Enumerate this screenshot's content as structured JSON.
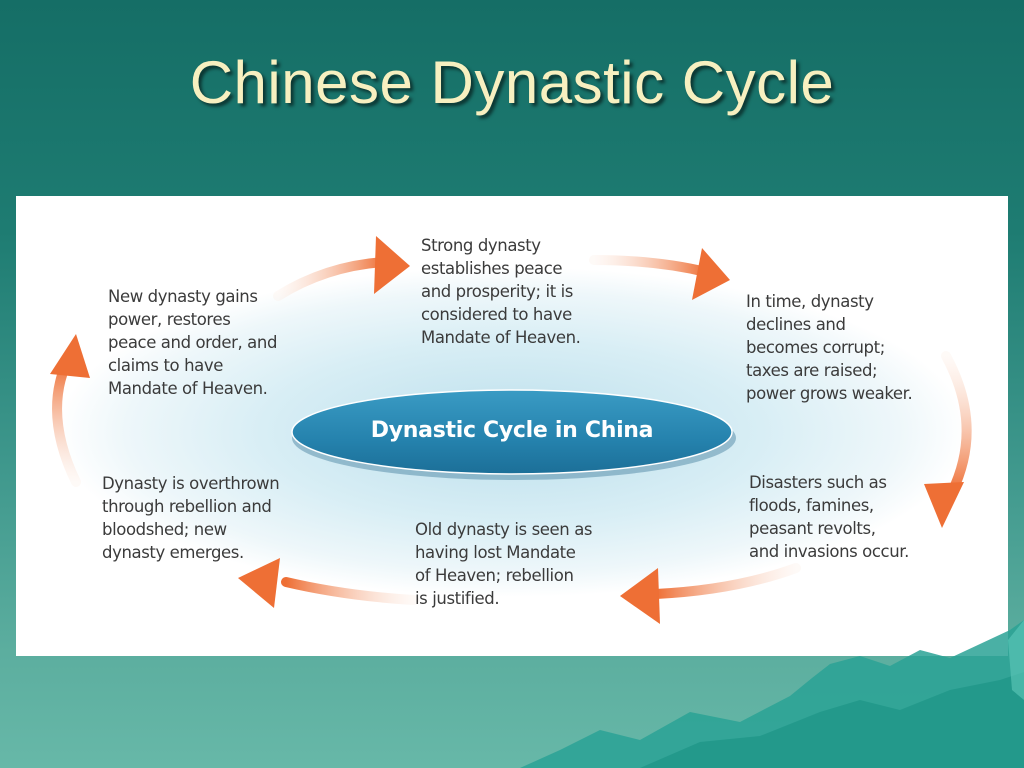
{
  "title": "Chinese Dynastic Cycle",
  "diagram": {
    "center_label": "Dynastic Cycle in China",
    "steps": [
      {
        "id": "strong",
        "lines": [
          "Strong dynasty",
          "establishes peace",
          "and prosperity; it is",
          "considered to have",
          "Mandate of Heaven."
        ]
      },
      {
        "id": "decline",
        "lines": [
          "In time, dynasty",
          "declines and",
          "becomes corrupt;",
          "taxes are raised;",
          "power grows weaker."
        ]
      },
      {
        "id": "disasters",
        "lines": [
          "Disasters such as",
          "floods, famines,",
          "peasant revolts,",
          "and invasions occur."
        ]
      },
      {
        "id": "lost-mandate",
        "lines": [
          "Old dynasty is seen as",
          "having lost Mandate",
          "of Heaven; rebellion",
          "is justified."
        ]
      },
      {
        "id": "overthrown",
        "lines": [
          "Dynasty is overthrown",
          "through rebellion and",
          "bloodshed; new",
          "dynasty emerges."
        ]
      },
      {
        "id": "new-dynasty",
        "lines": [
          "New dynasty gains",
          "power, restores",
          "peace and order, and",
          "claims to have",
          "Mandate of Heaven."
        ]
      }
    ]
  },
  "colors": {
    "background": "#1e7c72",
    "title": "#f7f0c0",
    "hub": "#2b8ab4",
    "arrow": "#f07a43",
    "glow": "#d5ebf3"
  }
}
